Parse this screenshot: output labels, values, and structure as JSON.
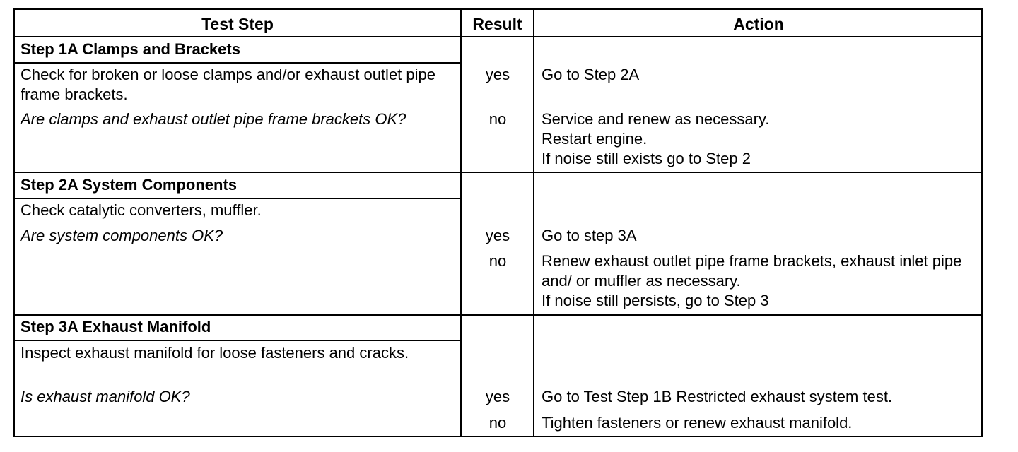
{
  "headers": {
    "test_step": "Test Step",
    "result": "Result",
    "action": "Action"
  },
  "steps": [
    {
      "title": "Step 1A Clamps and Brackets",
      "instruction": "Check for broken or loose clamps and/or exhaust outlet pipe frame brackets.",
      "question": "Are clamps and exhaust outlet pipe frame brackets OK?",
      "results": [
        {
          "result": "yes",
          "action": "Go to Step 2A"
        },
        {
          "result": "no",
          "action": "Service and renew as necessary.\nRestart engine.\nIf noise still exists go to Step 2"
        }
      ]
    },
    {
      "title": "Step 2A System Components",
      "instruction": "Check catalytic converters, muffler.",
      "question": "Are system components OK?",
      "results": [
        {
          "result": "yes",
          "action": "Go to step 3A"
        },
        {
          "result": "no",
          "action": "Renew exhaust outlet pipe frame brackets, exhaust inlet pipe and/ or muffler as necessary.\nIf noise still persists, go to Step 3"
        }
      ]
    },
    {
      "title": "Step 3A Exhaust Manifold",
      "instruction": "Inspect exhaust manifold for loose fasteners and cracks.",
      "question": "Is exhaust manifold OK?",
      "results": [
        {
          "result": "yes",
          "action": "Go to Test Step 1B Restricted exhaust system test."
        },
        {
          "result": "no",
          "action": "Tighten fasteners or renew exhaust manifold."
        }
      ]
    }
  ]
}
